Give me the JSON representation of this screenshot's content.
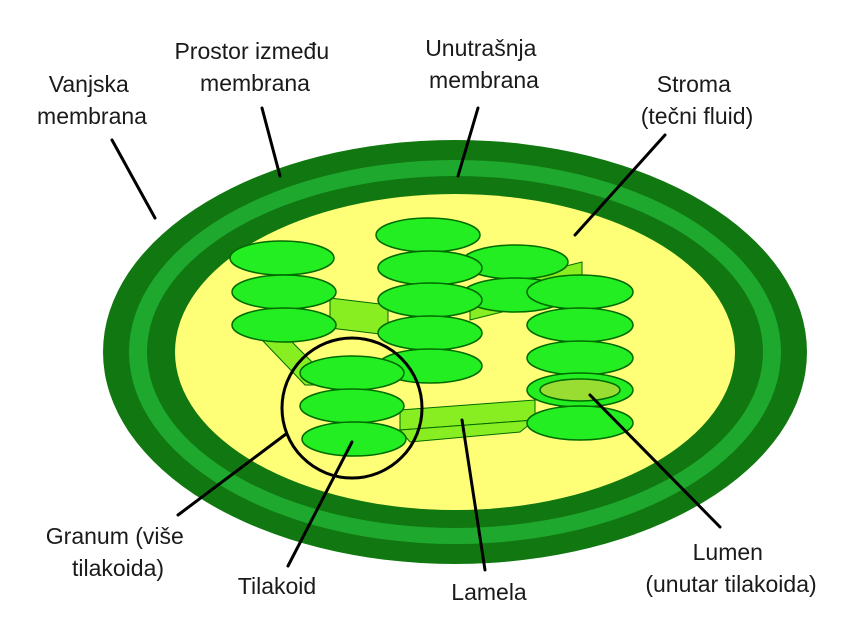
{
  "colors": {
    "outer_membrane": "#117711",
    "intermembrane_space": "#1ea82e",
    "inner_membrane": "#117711",
    "stroma": "#ffff77",
    "thylakoid": "#22ee22",
    "lamella": "#88ee22",
    "lumen": "#99dd33",
    "thylakoid_stroke": "#006a00",
    "granum_circle": "#000000",
    "leader_line": "#000000",
    "text": "#1a1a1a"
  },
  "labels": {
    "outer_membrane": [
      "Vanjska",
      "membrana"
    ],
    "intermembrane_space": [
      "Prostor između",
      "membrana"
    ],
    "inner_membrane": [
      "Unutrašnja",
      "membrana"
    ],
    "stroma": [
      "Stroma",
      "(tečni fluid)"
    ],
    "granum": [
      "Granum (više",
      "tilakoida)"
    ],
    "thylakoid": [
      "Tilakoid"
    ],
    "lamella": [
      "Lamela"
    ],
    "lumen": [
      "Lumen",
      "(unutar tilakoida)"
    ]
  }
}
